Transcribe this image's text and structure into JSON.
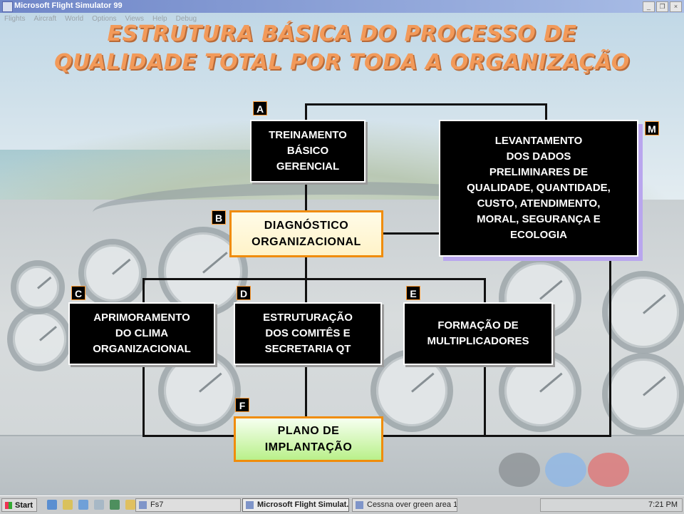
{
  "window": {
    "title": "Microsoft Flight Simulator 99",
    "controls": [
      "_",
      "❐",
      "×"
    ]
  },
  "menu": [
    "Flights",
    "Aircraft",
    "World",
    "Options",
    "Views",
    "Help",
    "Debug"
  ],
  "slide": {
    "title_line1": "ESTRUTURA BÁSICA DO PROCESSO DE",
    "title_line2": "QUALIDADE TOTAL POR TODA A ORGANIZAÇÃO"
  },
  "boxes": {
    "a": {
      "tag": "A",
      "text": "TREINAMENTO\nBÁSICO\nGERENCIAL"
    },
    "b": {
      "tag": "B",
      "text": "DIAGNÓSTICO\nORGANIZACIONAL"
    },
    "c": {
      "tag": "C",
      "text": "APRIMORAMENTO\nDO CLIMA\nORGANIZACIONAL"
    },
    "d": {
      "tag": "D",
      "text": "ESTRUTURAÇÃO\nDOS COMITÊS E\nSECRETARIA QT"
    },
    "e": {
      "tag": "E",
      "text": "FORMAÇÃO DE\nMULTIPLICADORES"
    },
    "f": {
      "tag": "F",
      "text": "PLANO DE\nIMPLANTAÇÃO"
    },
    "m": {
      "tag": "M",
      "text": "LEVANTAMENTO\nDOS DADOS\nPRELIMINARES DE\nQUALIDADE, QUANTIDADE,\nCUSTO, ATENDIMENTO,\nMORAL, SEGURANÇA E\nECOLOGIA"
    }
  },
  "taskbar": {
    "start": "Start",
    "tasks": [
      "Fs7",
      "Microsoft Flight Simulat...",
      "Cessna over green area 1..."
    ],
    "clock": "7:21 PM"
  },
  "colors": {
    "title": "#f29a5a",
    "accent_border": "#f08c0a",
    "box_dark": "#000000",
    "box_f_fill": "#b9f08a",
    "shadow_m": "#b9a6ee"
  }
}
